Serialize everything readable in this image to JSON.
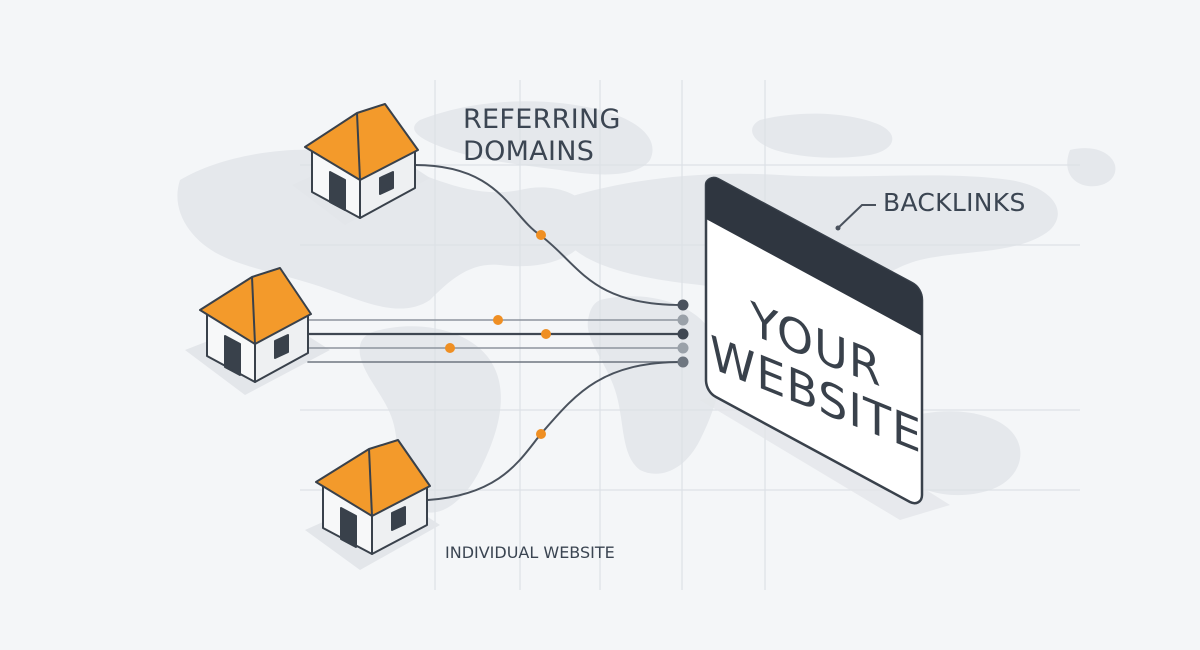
{
  "labels": {
    "referring_domains": "REFERRING DOMAINS",
    "backlinks": "BACKLINKS",
    "individual_website": "INDIVIDUAL WEBSITE",
    "website_line1": "YOUR",
    "website_line2": "WEBSITE"
  },
  "colors": {
    "background": "#f4f6f8",
    "map": "#e6e9ed",
    "grid": "#dde1e6",
    "roof": "#f39a2b",
    "wall": "#f7f8f9",
    "outline": "#39414b",
    "link_line": "#4a525d",
    "link_dot_orange": "#ef8f23",
    "browser_bar": "#2f3640"
  },
  "icons": {
    "house": "house-icon",
    "browser": "browser-window-icon"
  }
}
